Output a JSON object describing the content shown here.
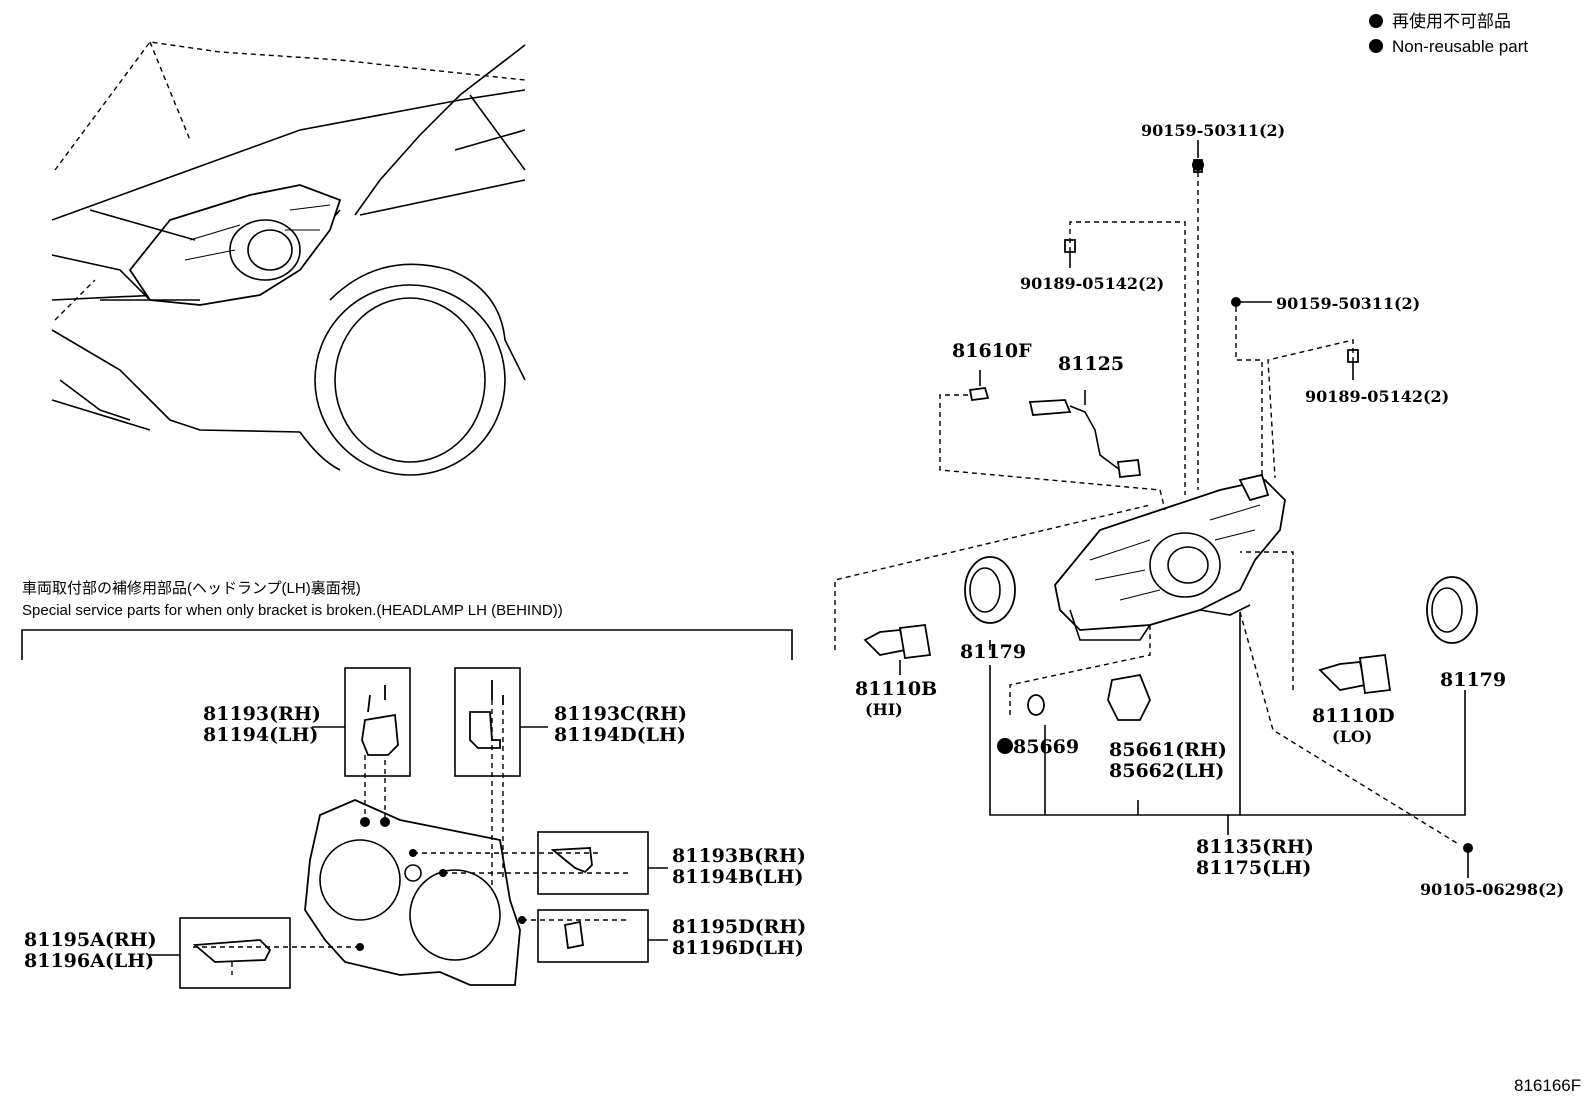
{
  "legend": {
    "jp": "再使用不可部品",
    "en": "Non-reusable part"
  },
  "special_note": {
    "jp": "車両取付部の補修用部品(ヘッドランプ(LH)裏面視)",
    "en": "Special service parts for when only bracket is broken.(HEADLAMP LH (BEHIND))"
  },
  "labels": {
    "screw_top": "90159-50311(2)",
    "clip_top": "90189-05142(2)",
    "screw_right": "90159-50311(2)",
    "clip_right": "90189-05142(2)",
    "socket_81610f": "81610F",
    "harness_81125": "81125",
    "bulb_hi": "81110B",
    "bulb_hi_sub": "(HI)",
    "cap_left": "81179",
    "cap_right": "81179",
    "bulb_lo": "81110D",
    "bulb_lo_sub": "(LO)",
    "gasket": "85669",
    "actuator_rh": "85661(RH)",
    "actuator_lh": "85662(LH)",
    "headlamp_rh": "81135(RH)",
    "headlamp_lh": "81175(LH)",
    "screw_bottom": "90105-06298(2)",
    "bracket_c_rh": "81193(RH)",
    "bracket_c_lh": "81194(LH)",
    "bracket_cc_rh": "81193C(RH)",
    "bracket_cc_lh": "81194D(LH)",
    "bracket_b_rh": "81193B(RH)",
    "bracket_b_lh": "81194B(LH)",
    "bracket_a_rh": "81195A(RH)",
    "bracket_a_lh": "81196A(LH)",
    "bracket_d_rh": "81195D(RH)",
    "bracket_d_lh": "81196D(LH)"
  },
  "figure_id": "816166F"
}
